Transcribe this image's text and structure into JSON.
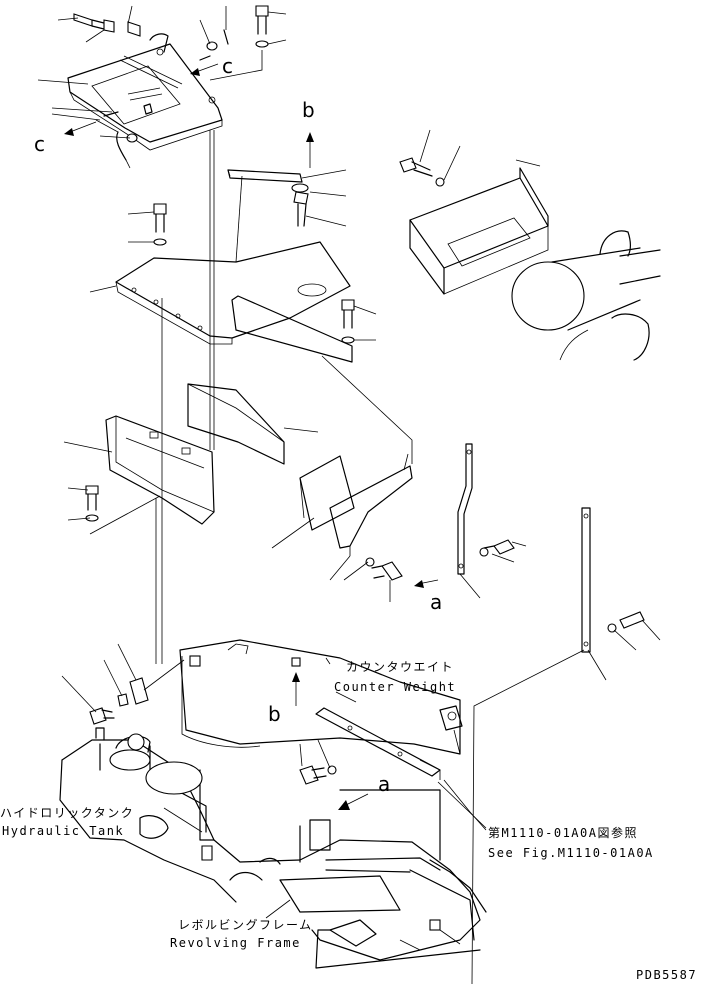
{
  "labels": {
    "counter_weight_jp": "カウンタウエイト",
    "counter_weight_en": "Counter Weight",
    "hydraulic_tank_jp": "ハイドロリックタンク",
    "hydraulic_tank_en": "Hydraulic Tank",
    "revolving_frame_jp": "レボルビングフレーム",
    "revolving_frame_en": "Revolving Frame",
    "see_fig_jp": "第M1110-01A0A図参照",
    "see_fig_en": "See Fig.M1110-01A0A",
    "drawing_number": "PDB5587"
  },
  "reference_letters": {
    "a_upper": "a",
    "a_lower": "a",
    "b_upper": "b",
    "b_lower": "b",
    "c_right": "c",
    "c_left": "c"
  }
}
